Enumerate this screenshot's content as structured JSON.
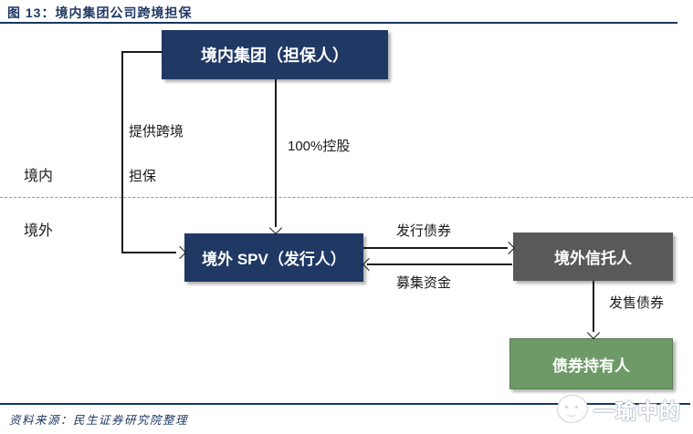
{
  "figure": {
    "title": "图 13：境内集团公司跨境担保",
    "source": "资料来源：民生证券研究院整理",
    "watermark": "一瑜中的"
  },
  "regions": {
    "domestic": "境内",
    "overseas": "境外"
  },
  "nodes": {
    "group": {
      "label": "境内集团（担保人）",
      "color": "#1F3864"
    },
    "spv": {
      "label": "境外 SPV（发行人）",
      "color": "#1F3864"
    },
    "trustee": {
      "label": "境外信托人",
      "color": "#595959"
    },
    "bondholders": {
      "label": "债券持有人",
      "color": "#6E9A68"
    }
  },
  "edges": {
    "guarantee": {
      "lines": [
        "提供跨境",
        "担保"
      ],
      "from": "group",
      "to": "spv"
    },
    "holding": {
      "label": "100%控股",
      "from": "group",
      "to": "spv"
    },
    "issue_bonds": {
      "label": "发行债券",
      "from": "spv",
      "to": "trustee"
    },
    "raise_funds": {
      "label": "募集资金",
      "from": "trustee",
      "to": "spv"
    },
    "sell_bonds": {
      "label": "发售债券",
      "from": "trustee",
      "to": "bondholders"
    }
  },
  "colors": {
    "accent_navy": "#1F3864",
    "rule_navy": "#17375E",
    "box_gray": "#595959",
    "box_green": "#6E9A68",
    "divider_blue": "#7E9CC6",
    "arrow_black": "#1A1A1A"
  }
}
